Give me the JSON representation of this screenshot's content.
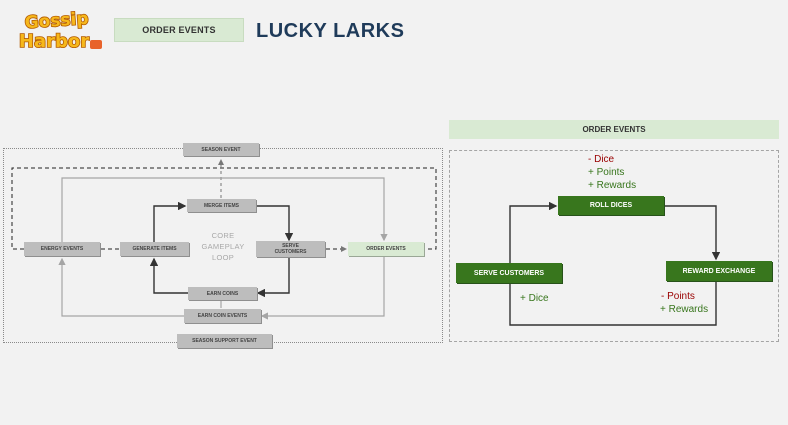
{
  "logo": {
    "line1": "Gossip",
    "line2": "Harbor"
  },
  "header": {
    "tag": "ORDER EVENTS",
    "title": "LUCKY LARKS"
  },
  "core_loop": {
    "season_event": "SEASON EVENT",
    "energy_events": "ENERGY EVENTS",
    "merge_items": "MERGE ITEMS",
    "generate_items": "GENERATE ITEMS",
    "serve_customers": "SERVE CUSTOMERS",
    "order_events": "ORDER EVENTS",
    "earn_coins": "EARN COINS",
    "earn_coin_events": "EARN COIN EVENTS",
    "season_support_event": "SEASON SUPPORT EVENT",
    "core_label": [
      "CORE",
      "GAMEPLAY",
      "LOOP"
    ]
  },
  "order_panel": {
    "header": "ORDER EVENTS",
    "roll_dices": "ROLL DICES",
    "serve_customers": "SERVE CUSTOMERS",
    "reward_exchange": "REWARD EXCHANGE",
    "roll_notes": [
      "- Dice",
      "+ Points",
      "+ Rewards"
    ],
    "serve_note": "+ Dice",
    "exchange_notes": [
      "- Points",
      "+ Rewards"
    ]
  },
  "colors": {
    "title": "#1f3b5a",
    "light_green": "#d9ead3",
    "dark_green": "#38761d",
    "grey_box": "#bdbdbd",
    "negative": "#990000",
    "positive": "#38761d"
  }
}
